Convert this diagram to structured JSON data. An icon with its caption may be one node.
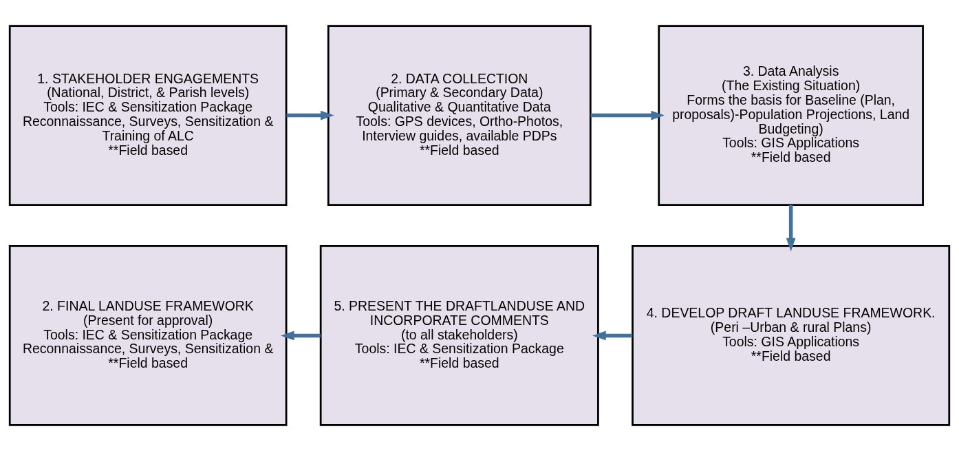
{
  "diagram": {
    "nodes": [
      {
        "text": [
          "1. STAKEHOLDER ENGAGEMENTS",
          "(National, District, & Parish levels)",
          "Tools: IEC & Sensitization Package",
          "Reconnaissance, Surveys, Sensitization & Training of ALC",
          "**Field based"
        ]
      },
      {
        "text": [
          "2. DATA COLLECTION",
          "(Primary & Secondary Data)",
          "Qualitative & Quantitative Data",
          "Tools: GPS devices, Ortho-Photos, Interview guides, available PDPs",
          "**Field based"
        ]
      },
      {
        "text": [
          "3. Data Analysis",
          "(The Existing Situation)",
          "Forms the basis for Baseline (Plan, proposals)-Population Projections, Land Budgeting)",
          "Tools: GIS Applications",
          "**Field based"
        ]
      },
      {
        "text": [
          "2. FINAL LANDUSE FRAMEWORK",
          "(Present for approval)",
          "Tools: IEC & Sensitization Package",
          "Reconnaissance, Surveys, Sensitization &",
          "**Field based"
        ]
      },
      {
        "text": [
          "5. PRESENT THE DRAFTLANDUSE AND INCORPORATE COMMENTS",
          "(to all stakeholders)",
          "Tools: IEC & Sensitization Package",
          "**Field based"
        ]
      },
      {
        "text": [
          "4. DEVELOP DRAFT LANDUSE FRAMEWORK.",
          "(Peri –Urban & rural Plans)",
          "Tools: GIS Applications",
          "**Field based"
        ]
      }
    ],
    "edges": [
      {
        "from": 0,
        "to": 1,
        "arrow": "to"
      },
      {
        "from": 1,
        "to": 2,
        "arrow": "to"
      },
      {
        "from": 2,
        "to": 5,
        "arrow": "to"
      },
      {
        "from": 5,
        "to": 4,
        "arrow": "to"
      },
      {
        "from": 4,
        "to": 3,
        "arrow": "to"
      }
    ]
  }
}
